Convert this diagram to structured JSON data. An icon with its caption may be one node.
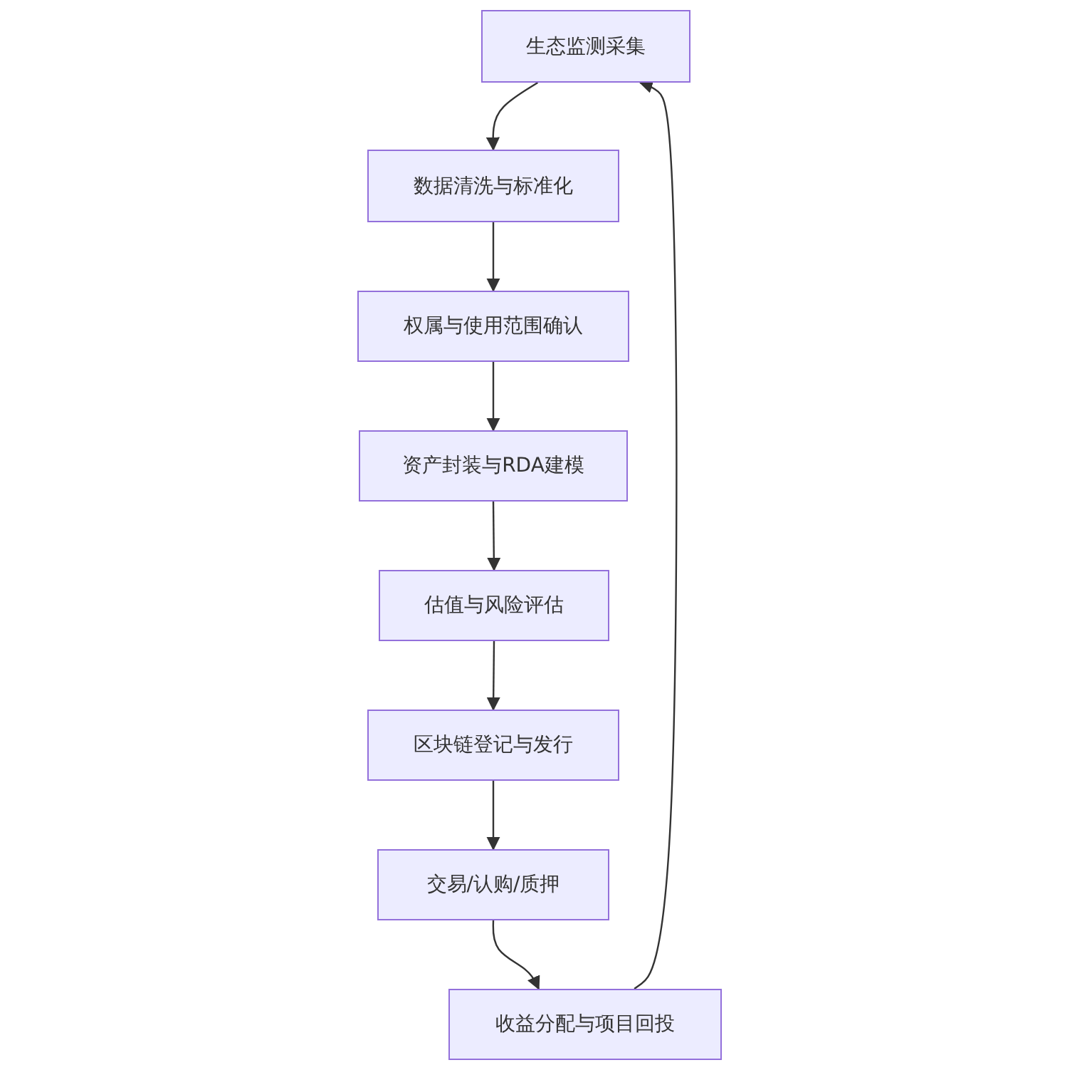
{
  "diagram": {
    "nodes": [
      {
        "text": [
          "生态监测采集"
        ]
      },
      {
        "text": [
          "数据清洗与标准化"
        ]
      },
      {
        "text": [
          "权属与使用范围确认"
        ]
      },
      {
        "text": [
          "资产封装与RDA建模"
        ]
      },
      {
        "text": [
          "估值与风险评估"
        ]
      },
      {
        "text": [
          "区块链登记与发行"
        ]
      },
      {
        "text": [
          "交易/认购/质押"
        ]
      },
      {
        "text": [
          "收益分配与项目回投"
        ]
      }
    ],
    "edges": [
      {
        "from": 0,
        "to": 1,
        "arrow": "to"
      },
      {
        "from": 1,
        "to": 2,
        "arrow": "to"
      },
      {
        "from": 2,
        "to": 3,
        "arrow": "to"
      },
      {
        "from": 3,
        "to": 4,
        "arrow": "to"
      },
      {
        "from": 4,
        "to": 5,
        "arrow": "to"
      },
      {
        "from": 5,
        "to": 6,
        "arrow": "to"
      },
      {
        "from": 6,
        "to": 7,
        "arrow": "to"
      },
      {
        "from": 7,
        "to": 0,
        "arrow": "to"
      }
    ]
  }
}
